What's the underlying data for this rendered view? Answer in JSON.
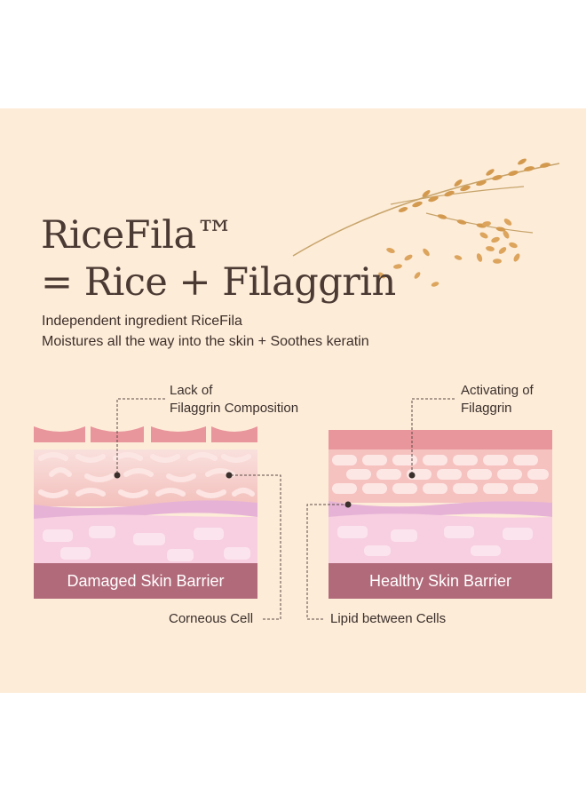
{
  "headline": {
    "line1": "RiceFila™",
    "line2": "= Rice + Filaggrin"
  },
  "subtitle": {
    "line1": "Independent ingredient RiceFila",
    "line2": "Moistures all the way into the skin + Soothes keratin"
  },
  "damaged": {
    "callout_line1": "Lack of",
    "callout_line2": "Filaggrin Composition",
    "label": "Damaged Skin Barrier",
    "bottom_callout": "Corneous Cell"
  },
  "healthy": {
    "callout_line1": "Activating of",
    "callout_line2": "Filaggrin",
    "label": "Healthy Skin Barrier",
    "bottom_callout": "Lipid between Cells"
  },
  "colors": {
    "panel": "#fdecd8",
    "label_bg": "#b16a7a",
    "stratum": "#e9959c",
    "cell_layer": "#f5c2c0",
    "lipid": "#e6b3d6",
    "lower_layer": "#f7cfe0",
    "text": "#4a3a33"
  },
  "icons": [
    "rice-stalk-icon",
    "rice-grains-icon"
  ]
}
